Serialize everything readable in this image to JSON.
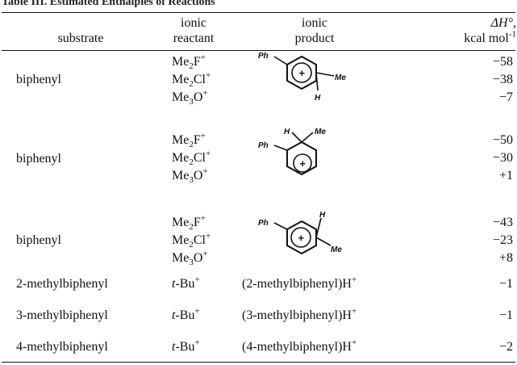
{
  "table": {
    "caption": "Table III. Estimated Enthalpies of Reactions",
    "headers": {
      "substrate": "substrate",
      "reactant_line1": "ionic",
      "reactant_line2": "reactant",
      "product_line1": "ionic",
      "product_line2": "product",
      "dh_line1": "ΔH°,",
      "dh_line2": "kcal mol",
      "dh_exp": "-1"
    },
    "groups": [
      {
        "substrate": "biphenyl",
        "reactants": [
          "Me2F+",
          "Me2Cl+",
          "Me3O+"
        ],
        "product_labels": [
          "Ph",
          "Me",
          "H"
        ],
        "values": [
          "−58",
          "−38",
          "−7"
        ]
      },
      {
        "substrate": "biphenyl",
        "reactants": [
          "Me2F+",
          "Me2Cl+",
          "Me3O+"
        ],
        "product_labels": [
          "Ph",
          "H",
          "Me"
        ],
        "values": [
          "−50",
          "−30",
          "+1"
        ]
      },
      {
        "substrate": "biphenyl",
        "reactants": [
          "Me2F+",
          "Me2Cl+",
          "Me3O+"
        ],
        "product_labels": [
          "Ph",
          "H",
          "Me"
        ],
        "values": [
          "−43",
          "−23",
          "+8"
        ]
      }
    ],
    "single_rows": [
      {
        "substrate": "2-methylbiphenyl",
        "reactant": "t-Bu+",
        "product": "(2-methylbiphenyl)H+",
        "value": "−1"
      },
      {
        "substrate": "3-methylbiphenyl",
        "reactant": "t-Bu+",
        "product": "(3-methylbiphenyl)H+",
        "value": "−1"
      },
      {
        "substrate": "4-methylbiphenyl",
        "reactant": "t-Bu+",
        "product": "(4-methylbiphenyl)H+",
        "value": "−2"
      }
    ]
  }
}
